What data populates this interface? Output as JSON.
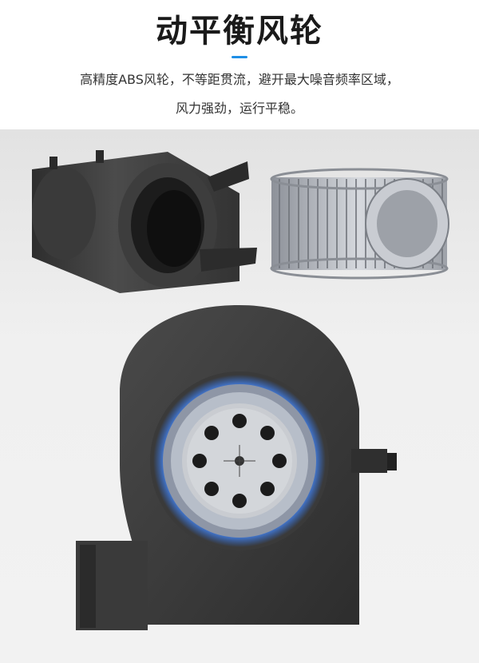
{
  "header": {
    "title": "动平衡风轮",
    "description_line1": "高精度ABS风轮，不等距贯流，避开最大噪音频率区域，",
    "description_line2": "风力强劲，运行平稳。"
  },
  "colors": {
    "accent": "#1e8fe6",
    "housing": "#3b3b3b",
    "housing_dark": "#2a2a2a",
    "impeller_blade": "#b8bcc4",
    "glow": "#2f7bff",
    "background": "#ececec"
  },
  "illustrations": {
    "left_part": "blower-scroll-housing",
    "right_part": "squirrel-cage-impeller",
    "bottom": "assembled-centrifugal-blower"
  }
}
